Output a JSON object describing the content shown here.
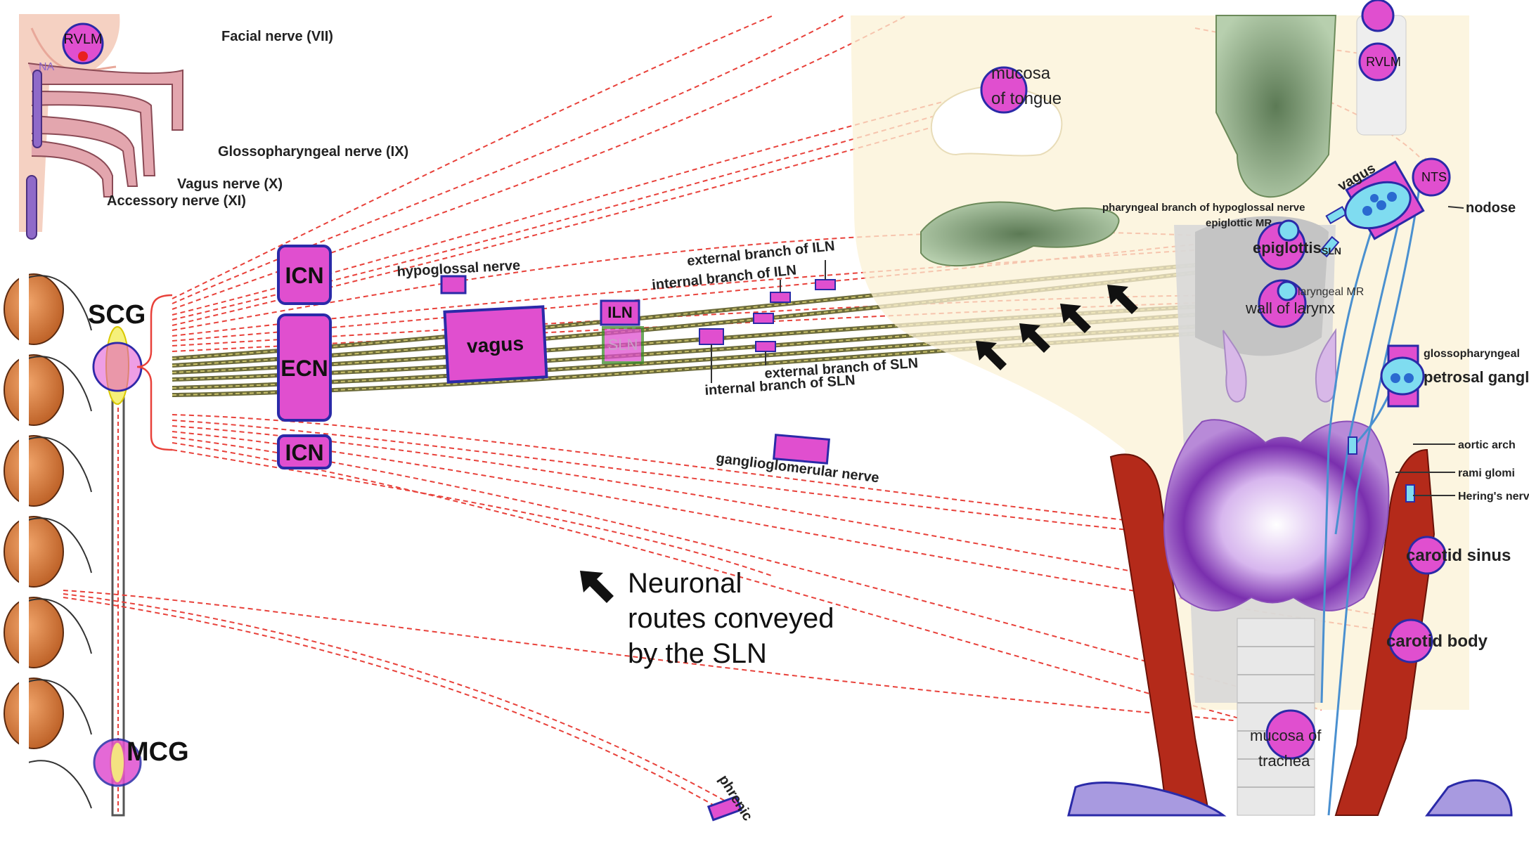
{
  "labels": {
    "rvlm_left": "RVLM",
    "na": "NA",
    "facial": "Facial nerve (VII)",
    "glosso": "Glossopharyngeal nerve (IX)",
    "vagus_x": "Vagus nerve (X)",
    "accessory": "Accessory nerve (XI)",
    "scg": "SCG",
    "mcg": "MCG",
    "icn_top": "ICN",
    "ecn": "ECN",
    "icn_bottom": "ICN",
    "hypoglossal": "hypoglossal nerve",
    "vagus_box": "vagus",
    "iln": "ILN",
    "sln": "SLN",
    "ext_iln": "external branch of ILN",
    "int_iln": "internal branch of ILN",
    "ext_sln": "external branch of SLN",
    "int_sln": "internal branch of SLN",
    "gangliogl": "ganglioglomerular nerve",
    "phrenic": "phrenic",
    "mucosa_tongue_1": "mucosa",
    "mucosa_tongue_2": "of tongue",
    "rvlm_right": "RVLM",
    "nts": "NTS",
    "nodose": "nodose",
    "vagus_right": "vagus",
    "pharyngeal": "pharyngeal branch of hypoglossal nerve",
    "epiglottic_mr": "epiglottic MR",
    "sln_small": "SLN",
    "epiglottis": "epiglottis",
    "laryngeal_mr": "laryngeal MR",
    "wall_larynx": "wall of larynx",
    "glosso_right": "glossopharyngeal",
    "petrosal": "petrosal ganglion",
    "aortic_arch": "aortic arch",
    "rami_glomi": "rami glomi",
    "herings": "Hering's nerve",
    "carotid_sinus": "carotid sinus",
    "carotid_body": "carotid body",
    "mucosa_trachea_1": "mucosa of",
    "mucosa_trachea_2": "trachea"
  },
  "legend": {
    "line1": "Neuronal",
    "line2": "routes conveyed",
    "line3": "by the SLN"
  },
  "colors": {
    "node_fill": "#e04fcf",
    "node_stroke": "#2a2aa8",
    "route_red": "#e8413a",
    "sln_route": "#6b6a3a",
    "nerve_pink": "#c97f8f",
    "vertebra": "#d97a3a",
    "artery": "#b42a1a",
    "thyroid": "#8a4fb8",
    "cyan": "#7fdcf0"
  }
}
